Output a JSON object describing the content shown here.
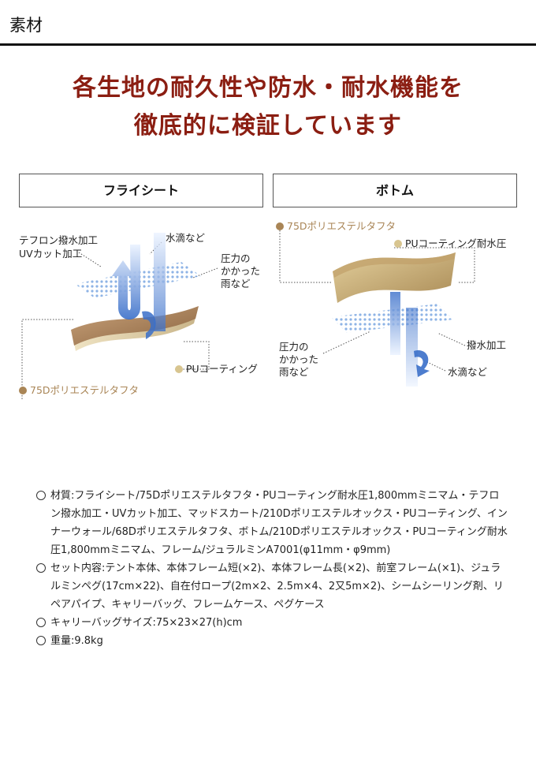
{
  "section": {
    "title": "素材"
  },
  "headline": {
    "line1": "各生地の耐久性や防水・耐水機能を",
    "line2": "徹底的に検証しています"
  },
  "panels": {
    "left": {
      "title": "フライシート",
      "labels": {
        "coating_top": "テフロン撥水加工",
        "coating_bottom": "UVカット加工",
        "water": "水滴など",
        "pressure1": "圧力の",
        "pressure2": "かかった",
        "pressure3": "雨など",
        "pu": "PUコーティング",
        "fabric": "75Dポリエステルタフタ"
      }
    },
    "right": {
      "title": "ボトム",
      "labels": {
        "fabric": "75Dポリエステルタフタ",
        "pu": "PUコーティング耐水圧",
        "pressure1": "圧力の",
        "pressure2": "かかった",
        "pressure3": "雨など",
        "repellent": "撥水加工",
        "water": "水滴など"
      }
    }
  },
  "colors": {
    "headline": "#8b1e12",
    "fabric_brown": "#a98556",
    "pu_tan": "#d8c590",
    "arrow_blue": "#3a6fc9"
  },
  "specs": [
    "材質:フライシート/75Dポリエステルタフタ・PUコーティング耐水圧1,800mmミニマム・テフロン撥水加工・UVカット加工、マッドスカート/210Dポリエステルオックス・PUコーティング、インナーウォール/68Dポリエステルタフタ、ボトム/210Dポリエステルオックス・PUコーティング耐水圧1,800mmミニマム、フレーム/ジュラルミンA7001(φ11mm・φ9mm)",
    "セット内容:テント本体、本体フレーム短(×2)、本体フレーム長(×2)、前室フレーム(×1)、ジュラルミンペグ(17cm×22)、自在付ロープ(2m×2、2.5m×4、2又5m×2)、シームシーリング剤、リペアパイプ、キャリーバッグ、フレームケース、ペグケース",
    "キャリーバッグサイズ:75×23×27(h)cm",
    "重量:9.8kg"
  ]
}
